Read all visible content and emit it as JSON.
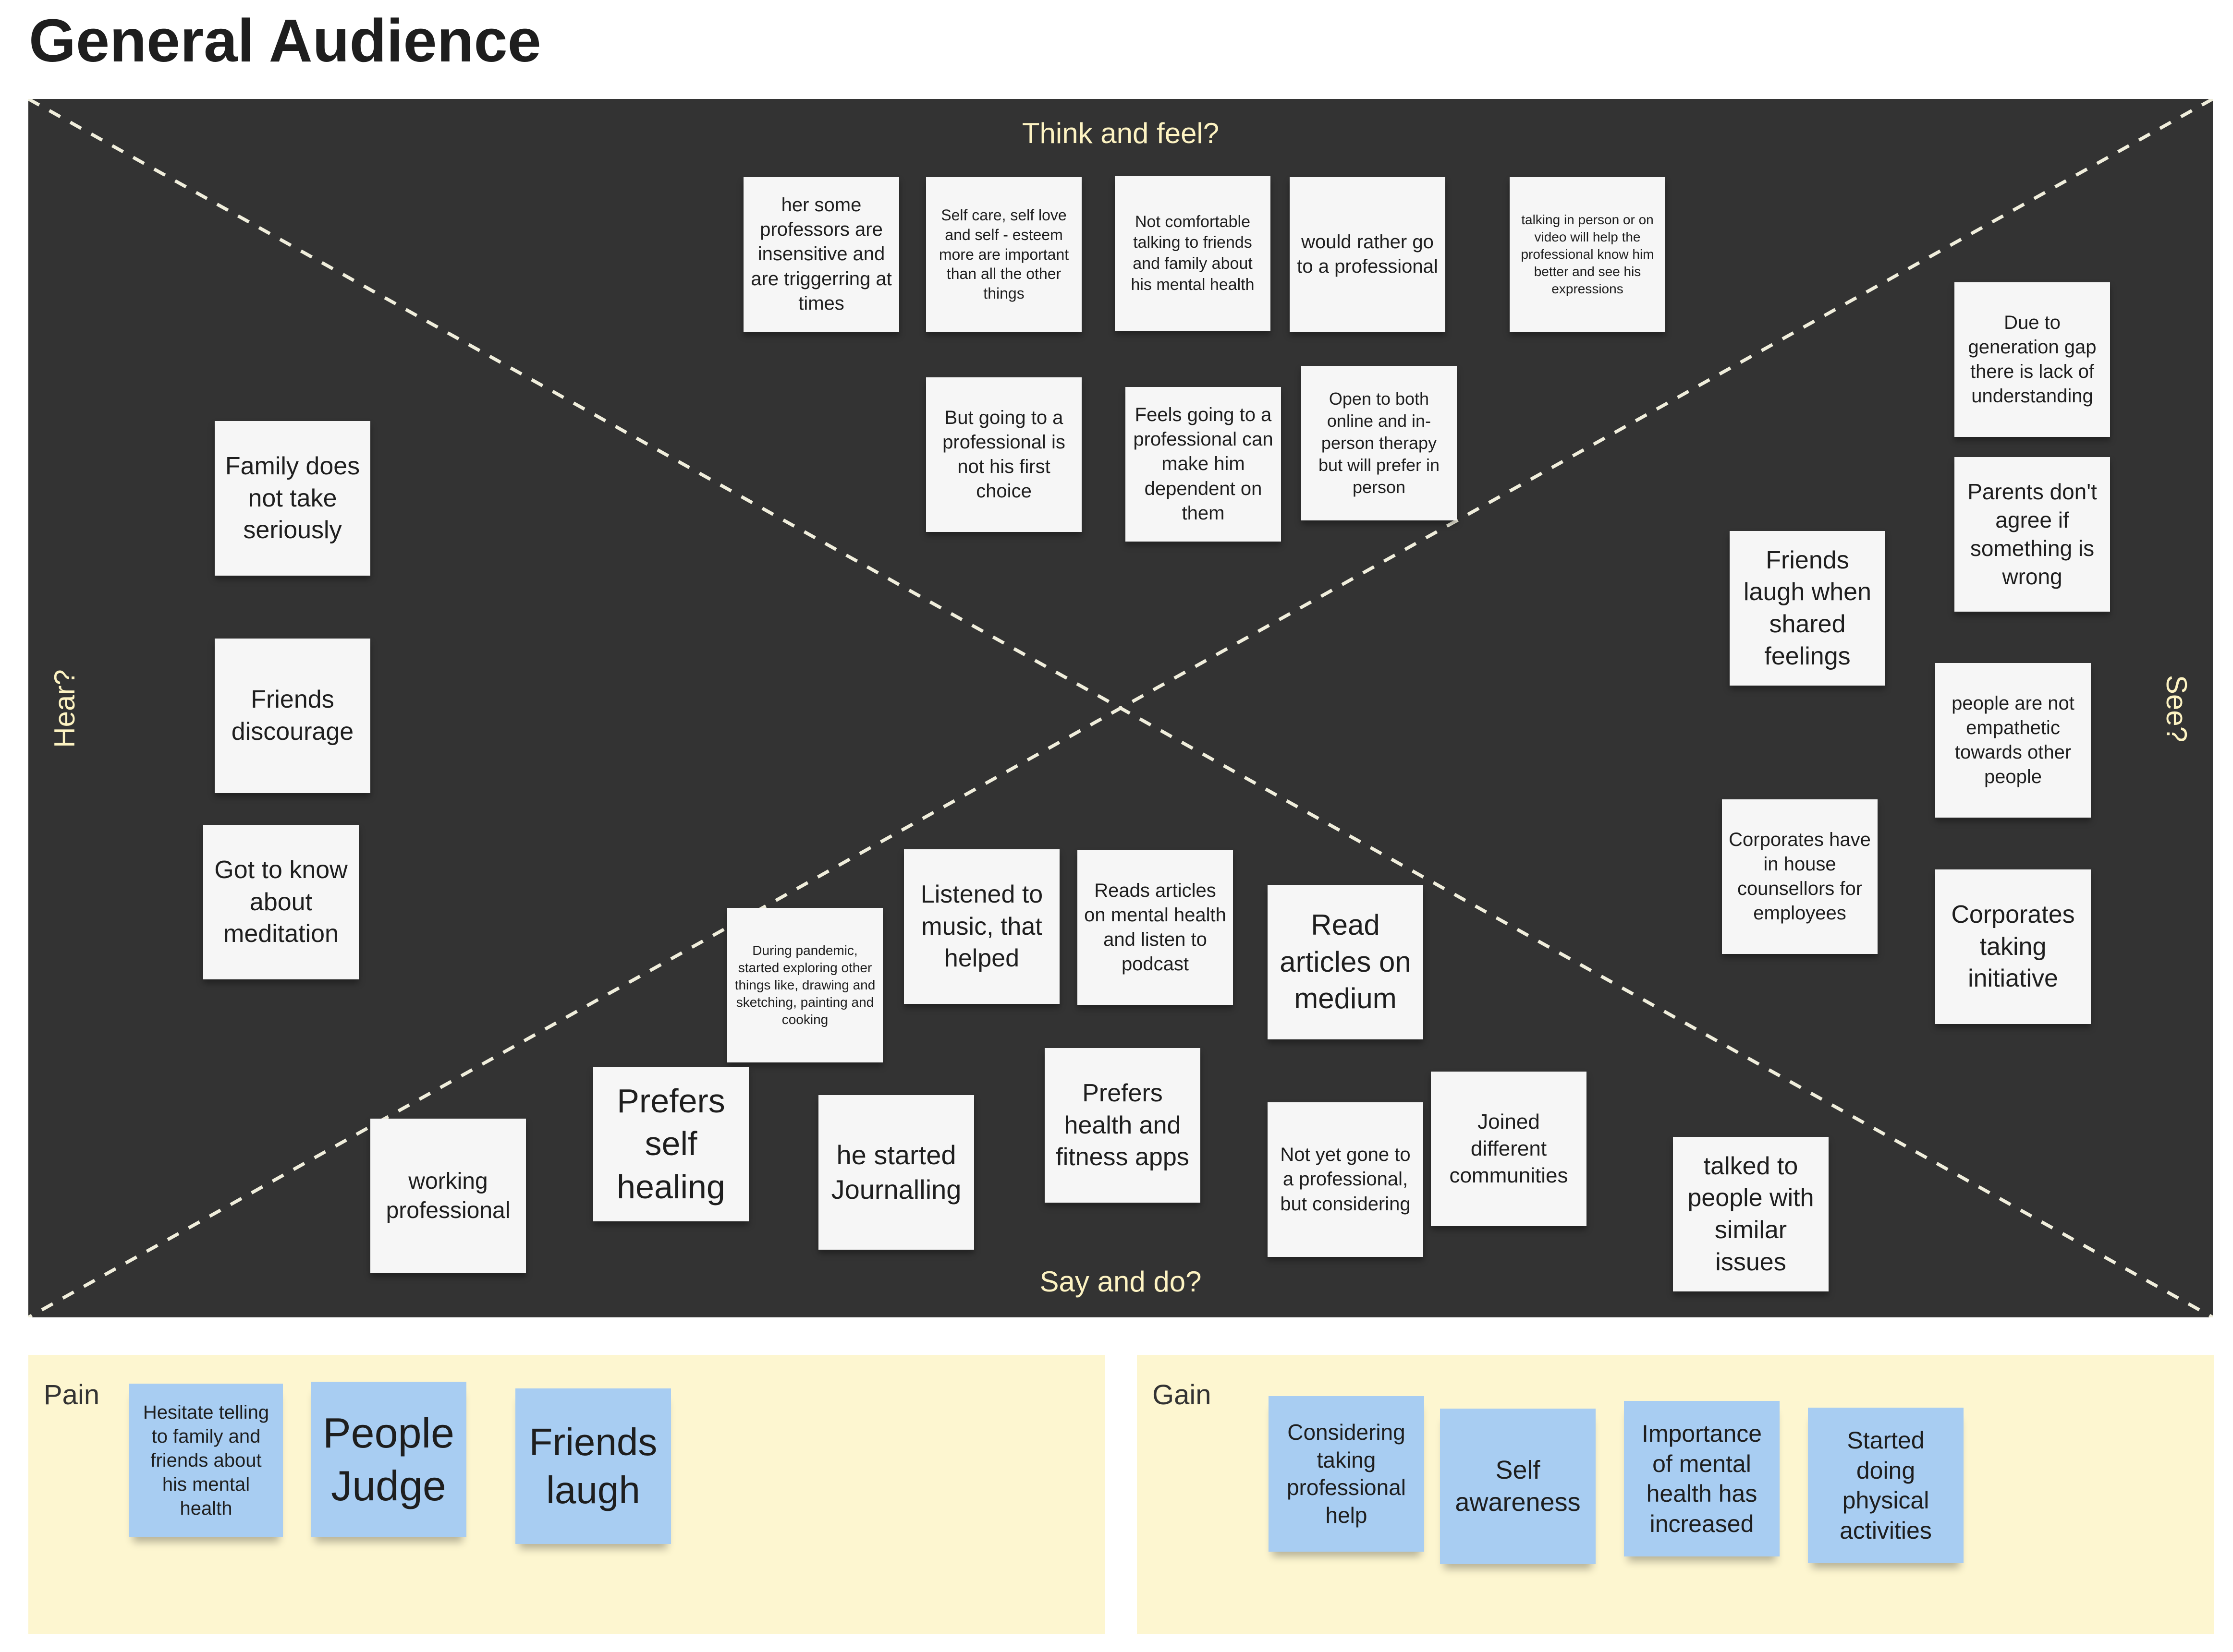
{
  "title": "General Audience",
  "empathy_map": {
    "quadrants": {
      "top": "Think and feel?",
      "bottom": "Say and do?",
      "left": "Hear?",
      "right": "See?"
    },
    "think_feel": [
      "her some professors are insensitive and are triggerring at times",
      "Self care, self love and self - esteem more are important than all the other things",
      "Not comfortable talking to friends and family about his mental health",
      "would rather go to a professional",
      "talking in person or on video will help the professional know him better and see his expressions",
      "But going to a professional is not his first choice",
      "Feels going to a professional can make him dependent on them",
      "Open to both online and in-person therapy but will prefer in person"
    ],
    "hear": [
      "Family does not take seriously",
      "Friends discourage",
      "Got to know about meditation"
    ],
    "see": [
      "Due to generation gap there is lack of understanding",
      "Parents don't agree if something is wrong",
      "Friends laugh when shared feelings",
      "people are not empathetic towards other people",
      "Corporates have in house counsellors for employees",
      "Corporates taking initiative"
    ],
    "say_do": [
      "During pandemic, started exploring other things like, drawing and sketching, painting and cooking",
      "Listened to music, that helped",
      "Reads articles on mental health and listen to podcast",
      "Read articles on medium",
      "working professional",
      "Prefers self healing",
      "he started Journalling",
      "Prefers health and fitness apps",
      "Not yet gone to a professional, but considering",
      "Joined different communities",
      "talked to people with similar issues"
    ]
  },
  "pain": {
    "label": "Pain",
    "notes": [
      "Hesitate telling to family and friends about his mental health",
      "People Judge",
      "Friends laugh"
    ]
  },
  "gain": {
    "label": "Gain",
    "notes": [
      "Considering taking professional help",
      "Self awareness",
      "Importance of mental health has increased",
      "Started doing physical activities"
    ]
  },
  "colors": {
    "board": "#333333",
    "sticky_white": "#f6f6f6",
    "sticky_blue": "#a8cdf2",
    "area_yellow": "#fdf6d0",
    "quadrant_label": "#fdf3c2"
  }
}
